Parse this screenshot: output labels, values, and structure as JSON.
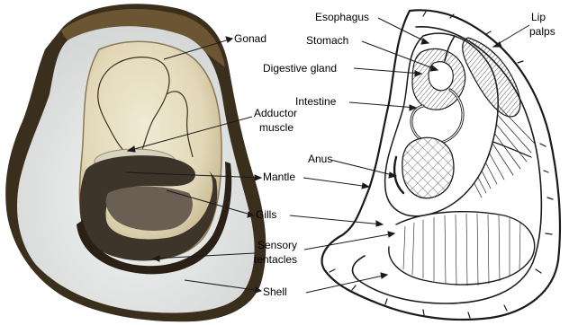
{
  "labels": {
    "gonad": "Gonad",
    "adductor_line1": "Adductor",
    "adductor_line2": "muscle",
    "mantle": "Mantle",
    "gills": "Gills",
    "sensory_line1": "Sensory",
    "sensory_line2": "tentacles",
    "shell": "Shell",
    "esophagus": "Esophagus",
    "stomach": "Stomach",
    "digestive_gland": "Digestive gland",
    "intestine": "Intestine",
    "anus": "Anus",
    "lip_line1": "Lip",
    "lip_line2": "palps"
  },
  "colors": {
    "shell_outer": "#3a2e1c",
    "shell_inner": "#e9ebe9",
    "body_tissue": "#e6dfc6",
    "mantle_edge": "#2a2016",
    "gills_dark": "#3d342a",
    "ink": "#1a1a1a"
  }
}
